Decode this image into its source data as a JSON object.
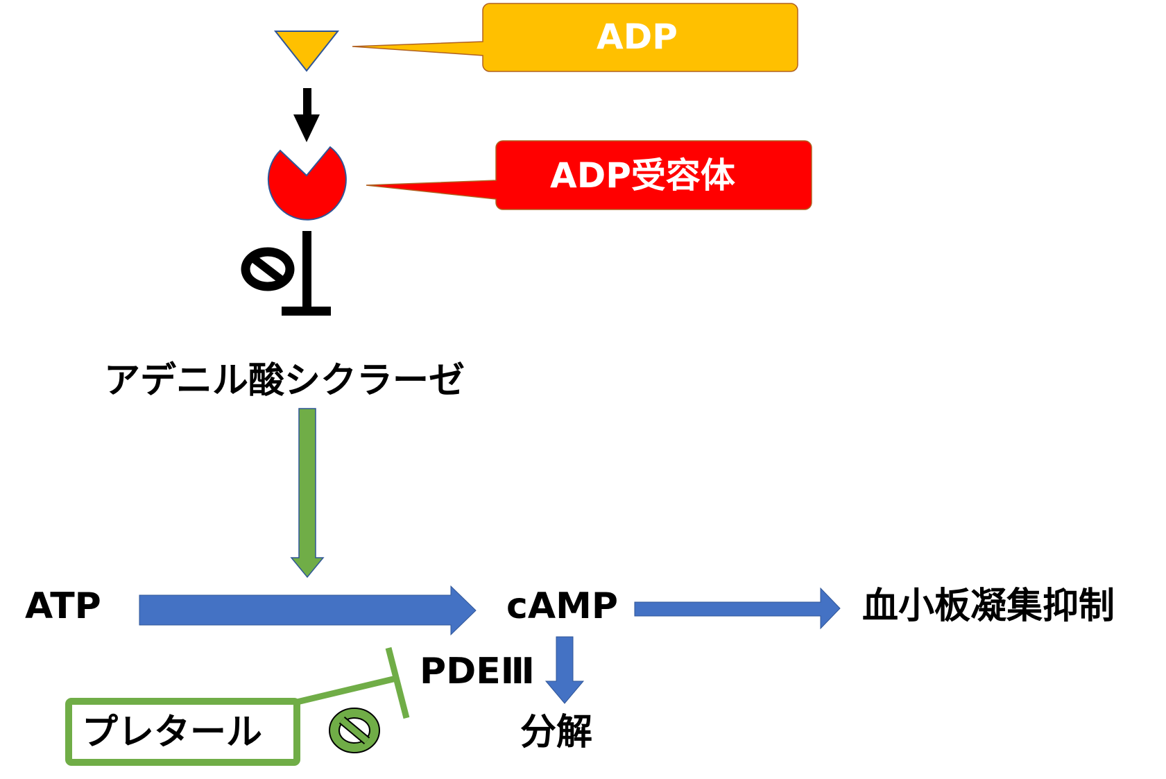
{
  "colors": {
    "adp": "#FFC000",
    "adp_border": "#B06020",
    "receptor": "#FF0000",
    "shape_outline": "#2F5597",
    "green": "#70AD47",
    "blue": "#4472C4",
    "black": "#000000"
  },
  "callouts": {
    "adp": "ADP",
    "receptor": "ADP受容体"
  },
  "nodes": {
    "adenylate_cyclase": "アデニル酸シクラーゼ",
    "atp": "ATP",
    "camp": "cAMP",
    "platelet_inhibition": "血小板凝集抑制",
    "pde3": "PDEⅢ",
    "degradation": "分解",
    "pletaal": "プレタール"
  },
  "icons": {
    "adp_ligand": "triangle-down-icon",
    "receptor": "receptor-notch-icon",
    "inhibit_black": "prohibition-icon",
    "inhibit_green": "prohibition-icon"
  }
}
